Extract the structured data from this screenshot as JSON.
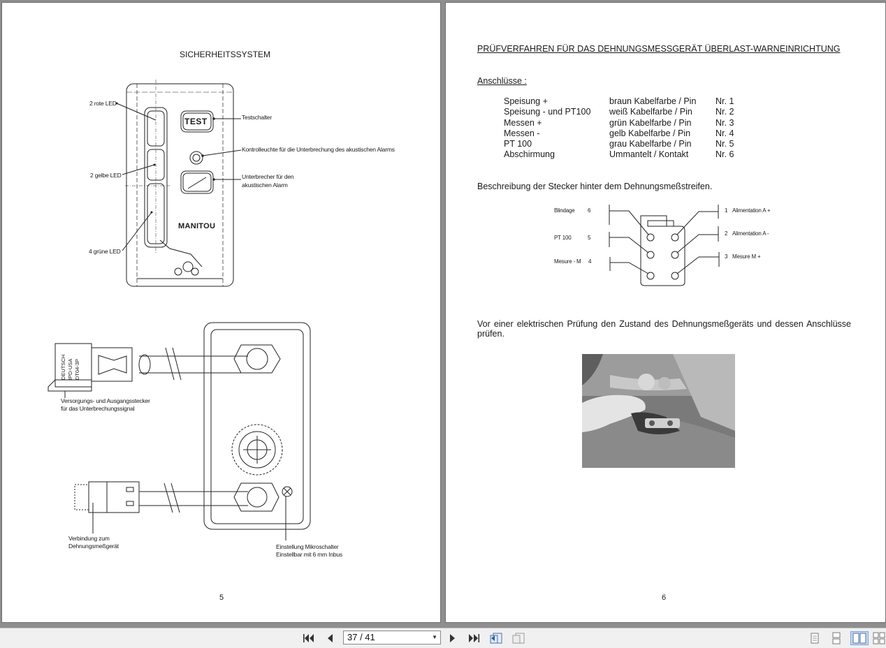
{
  "left_page": {
    "title": "SICHERHEITSSYSTEM",
    "labels": {
      "red_led": "2 rote LED",
      "yellow_led": "2 gelbe LED",
      "green_led": "4 grüne LED",
      "test_switch": "Testschalter",
      "control_lamp": "Kontrolleuchte für die Unterbrechung des akustischen Alarms",
      "breaker_line1": "Unterbrecher für den",
      "breaker_line2": "akustischen Alarm",
      "test_button_text": "TEST",
      "brand_logo": "MANITOU",
      "supply_line1": "Versorgungs- und Ausgangsstecker",
      "supply_line2": "für das Unterbrechungssignal",
      "connector_text1": "DEUTSCH",
      "connector_text2": "IPD-USA",
      "connector_text3": "DT04-3P",
      "gauge_line1": "Verbindung zum",
      "gauge_line2": "Dehnungsmeßgerät",
      "micro_line1": "Einstellung Mikroschalter",
      "micro_line2": "Einstellbar mit 6 mm Inbus"
    },
    "page_number": "5"
  },
  "right_page": {
    "title": "PRÜFVERFAHREN FÜR DAS DEHNUNGSMESSGERÄT ÜBERLAST-WARNEINRICHTUNG",
    "connections_heading": "Anschlüsse :",
    "connections": [
      {
        "name": "Speisung +",
        "color": "braun Kabelfarbe / Pin",
        "nr": "Nr. 1"
      },
      {
        "name": "Speisung - und PT100",
        "color": "weiß Kabelfarbe / Pin",
        "nr": "Nr. 2"
      },
      {
        "name": "Messen +",
        "color": "grün Kabelfarbe / Pin",
        "nr": "Nr. 3"
      },
      {
        "name": "Messen -",
        "color": "gelb Kabelfarbe / Pin",
        "nr": "Nr. 4"
      },
      {
        "name": "PT 100",
        "color": "grau Kabelfarbe / Pin",
        "nr": "Nr. 5"
      },
      {
        "name": "Abschirmung",
        "color": "Ummantelt / Kontakt",
        "nr": "Nr. 6"
      }
    ],
    "plug_description": "Beschreibung der Stecker hinter dem Dehnungsmeßstreifen.",
    "pins_left": [
      {
        "label": "Blindage",
        "num": "6"
      },
      {
        "label": "PT 100",
        "num": "5"
      },
      {
        "label": "Mesure - M",
        "num": "4"
      }
    ],
    "pins_right": [
      {
        "num": "1",
        "label": "Alimentation A +"
      },
      {
        "num": "2",
        "label": "Alimentation A -"
      },
      {
        "num": "3",
        "label": "Mesure M +"
      }
    ],
    "check_text": "Vor einer elektrischen Prüfung den Zustand des Dehnungsmeßgeräts und dessen Anschlüsse prüfen.",
    "page_number": "6"
  },
  "toolbar": {
    "page_indicator": "37 / 41",
    "icons": [
      "first-page-icon",
      "previous-page-icon",
      "next-page-icon",
      "last-page-icon",
      "previous-view-icon",
      "next-view-icon",
      "single-page-icon",
      "continuous-icon",
      "two-page-icon",
      "two-page-continuous-icon"
    ],
    "active_view": "two-page"
  }
}
